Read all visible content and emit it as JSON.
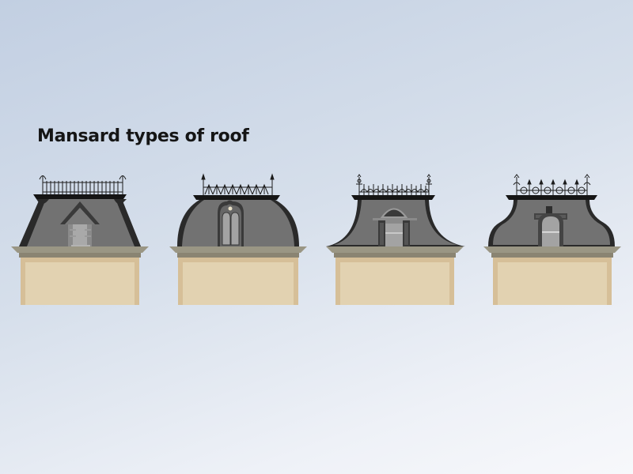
{
  "title": "Mansard types of roof",
  "colors": {
    "background_top": "#c2cfe2",
    "background_bottom": "#f7f8fb",
    "roof_slate": "#727272",
    "roof_edge": "#2a2a2a",
    "cornice": "#8f8b7a",
    "wall": "#e2d2b1",
    "wall_frame": "#d6bf98",
    "window_glass": "#a3a3a3",
    "railing": "#1c1c1c"
  },
  "roofs": [
    {
      "id": "straight",
      "shape": "straight-sloped",
      "dormer": "gabled-dormer",
      "cresting": "straight-picket-railing"
    },
    {
      "id": "convex",
      "shape": "convex-dome",
      "dormer": "arched-double-window",
      "cresting": "gothic-spire-railing"
    },
    {
      "id": "concave",
      "shape": "concave-flared",
      "dormer": "segmental-pediment-with-shutters",
      "cresting": "scroll-finial-railing"
    },
    {
      "id": "s-curve",
      "shape": "s-curved-ogee",
      "dormer": "round-arched-window",
      "cresting": "ring-and-spear-railing"
    }
  ]
}
